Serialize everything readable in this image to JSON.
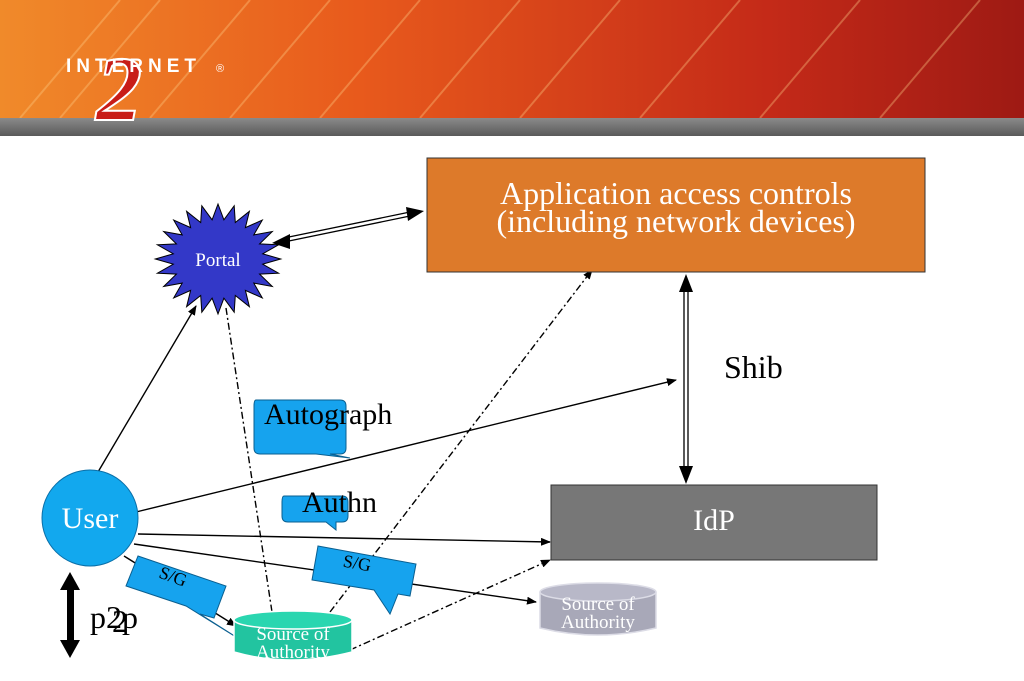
{
  "header": {
    "logo_text": "INTERNET",
    "logo_mark": "®",
    "logo_numeral": "2"
  },
  "nodes": {
    "app": "Application access controls",
    "app_sub": "(including network devices)",
    "portal": "Portal",
    "user": "User",
    "idp": "IdP",
    "soa_left_line1": "Source of",
    "soa_left_line2": "Authority",
    "soa_right_line1": "Source of",
    "soa_right_line2": "Authority"
  },
  "callouts": {
    "autograph": "Autograph",
    "authn": "Authn",
    "sg_left": "S/G",
    "sg_right": "S/G"
  },
  "labels": {
    "shib": "Shib",
    "p2p": "p2p",
    "p2p_overlap": "2"
  },
  "colors": {
    "header_red": "#c8281e",
    "header_orange": "#e06a18",
    "header_bar": "#707070",
    "app_box": "#dd7a2a",
    "portal_fill": "#3338c8",
    "user_fill": "#12a8ee",
    "idp_box": "#777777",
    "soa_left": "#22c4a0",
    "soa_right": "#a8a8b8",
    "callout_fill": "#16a3ee"
  }
}
